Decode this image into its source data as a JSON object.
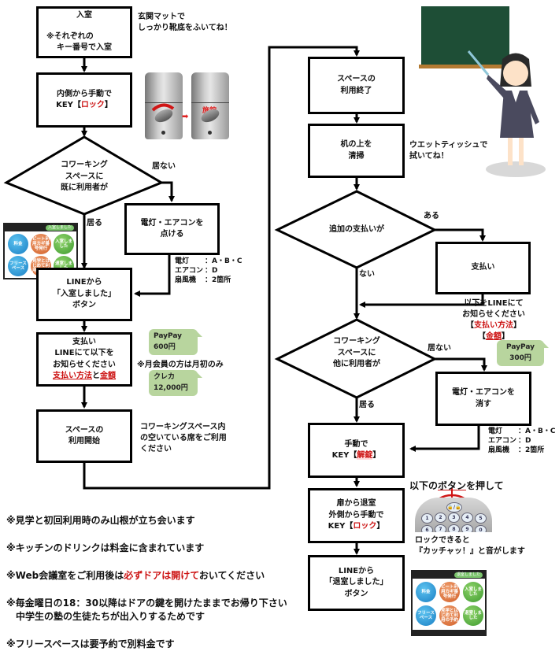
{
  "flow_left": {
    "enter": {
      "title": "入室",
      "note1": "※それぞれの",
      "note2": "キー番号で入室"
    },
    "enter_tip": {
      "line1": "玄関マットで",
      "line2": "しっかり靴底をふいてね！"
    },
    "lock_inside": {
      "line1": "内側から手動で",
      "key_prefix": "KEY【",
      "key_action": "ロック",
      "key_suffix": "】"
    },
    "lock_photo_label": "施錠",
    "decision_occupied": {
      "line1": "コワーキング",
      "line2": "スペースに",
      "line3": "既に利用者が"
    },
    "branch_no": "居ない",
    "branch_yes": "居る",
    "lights_on": {
      "line1": "電灯・エアコンを",
      "line2": "点ける"
    },
    "switches": {
      "row1_label": "電灯",
      "row1_value": "：A・B・C",
      "row2_label": "エアコン",
      "row2_value": "：D",
      "row3_label": "扇風機",
      "row3_value": "：2箇所"
    },
    "line_enter": {
      "line1": "LINEから",
      "line2": "「入室しました」",
      "line3": "ボタン"
    },
    "payment": {
      "line1": "支払い",
      "line2": "LINEにて以下を",
      "line3": "お知らせください",
      "method": "支払い方法",
      "and": "と",
      "amount": "金額"
    },
    "bubble_paypay": {
      "line1": "PayPay",
      "line2": "600円"
    },
    "monthly_note": "※月会員の方は月初のみ",
    "bubble_card": {
      "line1": "クレカ",
      "line2": "12,000円"
    },
    "start_use": {
      "line1": "スペースの",
      "line2": "利用開始"
    },
    "start_tip": {
      "line1": "コワーキングスペース内",
      "line2": "の空いている席をご利用",
      "line3": "ください"
    }
  },
  "flow_right": {
    "end_use": {
      "line1": "スペースの",
      "line2": "利用終了"
    },
    "clean": {
      "line1": "机の上を",
      "line2": "清掃"
    },
    "clean_tip": {
      "line1": "ウエットティッシュで",
      "line2": "拭いてね！"
    },
    "decision_extra": {
      "line1": "追加の支払いが"
    },
    "branch_yes": "ある",
    "branch_no": "ない",
    "pay_extra": {
      "line1": "支払い"
    },
    "pay_extra_note": {
      "line1": "以下をLINEにて",
      "line2": "お知らせください",
      "method_open": "【",
      "method": "支払い方法",
      "method_close": "】",
      "amount_open": "【",
      "amount": "金額",
      "amount_close": "】"
    },
    "bubble_paypay": {
      "line1": "PayPay",
      "line2": "300円"
    },
    "decision_others": {
      "line1": "コワーキング",
      "line2": "スペースに",
      "line3": "他に利用者が"
    },
    "branch_absent": "居ない",
    "branch_present": "居る",
    "lights_off": {
      "line1": "電灯・エアコンを",
      "line2": "消す"
    },
    "switches": {
      "row1_label": "電灯",
      "row1_value": "：A・B・C",
      "row2_label": "エアコン",
      "row2_value": "：D",
      "row3_label": "扇風機",
      "row3_value": "：2箇所"
    },
    "unlock": {
      "line1": "手動で",
      "key_prefix": "KEY【",
      "key_action": "解錠",
      "key_suffix": "】"
    },
    "exit_lock": {
      "line1": "扉から退室",
      "line2": "外側から手動で",
      "key_prefix": "KEY【",
      "key_action": "ロック",
      "key_suffix": "】"
    },
    "keypad_header": {
      "pre": "以下の",
      "highlight": "ボタン",
      "post": "を押して"
    },
    "keypad_keys": [
      "1",
      "2",
      "3",
      "4",
      "5",
      "6",
      "7",
      "8",
      "9",
      "0"
    ],
    "keypad_lock_key": "🔒/🔓",
    "keypad_note": {
      "line1": "ロックできると",
      "line2": "『カッチャッ！』と音がします"
    },
    "line_exit": {
      "line1": "LINEから",
      "line2": "「退室しました」",
      "line3": "ボタン"
    }
  },
  "line_menu": {
    "top_enter_pill": "入室しました",
    "top_exit_pill": "退室しました",
    "buttons": [
      "料金",
      "ビート利用カギ番号発行",
      "入室しました",
      "フリースペース",
      "見学とはじめて利用の予約",
      "退室しました"
    ]
  },
  "notes": [
    {
      "pre": "※見学と初回利用時のみ山根が立ち会います",
      "red": "",
      "post": ""
    },
    {
      "pre": "※キッチンのドリンクは料金に含まれています",
      "red": "",
      "post": ""
    },
    {
      "pre": "※Web会議室をご利用後は",
      "red": "必ずドアは開けて",
      "post": "おいてください"
    },
    {
      "pre": "※毎金曜日の18：30以降はドアの鍵を開けたままでお帰り下さい",
      "red": "",
      "post": ""
    },
    {
      "pre": "　中学生の塾の生徒たちが出入りするためです",
      "red": "",
      "post": ""
    },
    {
      "pre": "※フリースペースは要予約で別料金です",
      "red": "",
      "post": ""
    }
  ],
  "colors": {
    "accent_red": "#cc1111",
    "bubble_green": "#b8d59e",
    "board_green": "#1e4e36"
  }
}
